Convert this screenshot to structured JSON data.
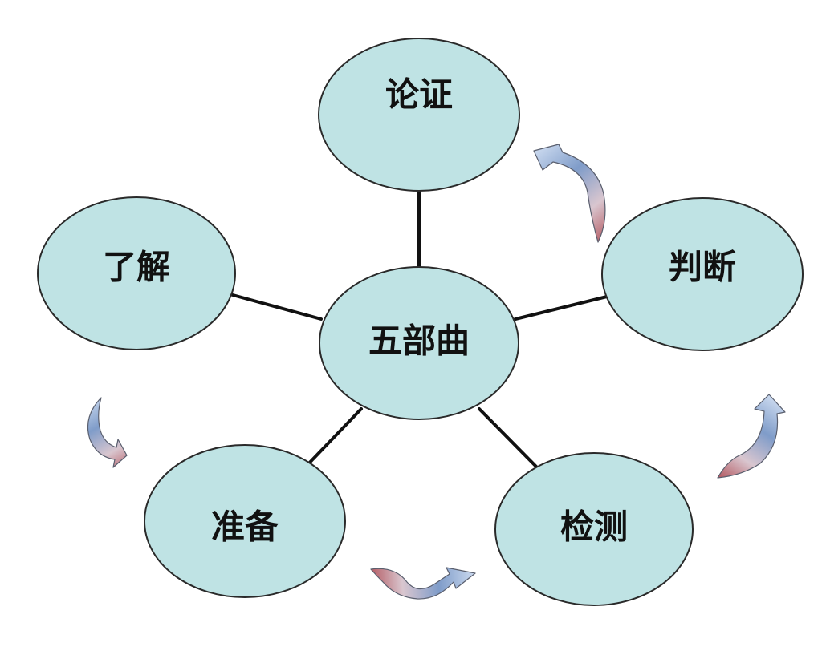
{
  "diagram": {
    "center": {
      "label": "五部曲"
    },
    "nodes": [
      {
        "id": "lunzheng",
        "label": "论证"
      },
      {
        "id": "panduan",
        "label": "判断"
      },
      {
        "id": "jiance",
        "label": "检测"
      },
      {
        "id": "zhunbei",
        "label": "准备"
      },
      {
        "id": "liaojie",
        "label": "了解"
      }
    ],
    "cycle_order": [
      "了解",
      "准备",
      "检测",
      "判断",
      "论证"
    ],
    "colors": {
      "node_fill": "#bfe3e4",
      "node_stroke": "#2a2a2a",
      "spoke": "#111111",
      "arrow_head": "#7f9cc9",
      "arrow_tail": "#b45b63"
    }
  }
}
